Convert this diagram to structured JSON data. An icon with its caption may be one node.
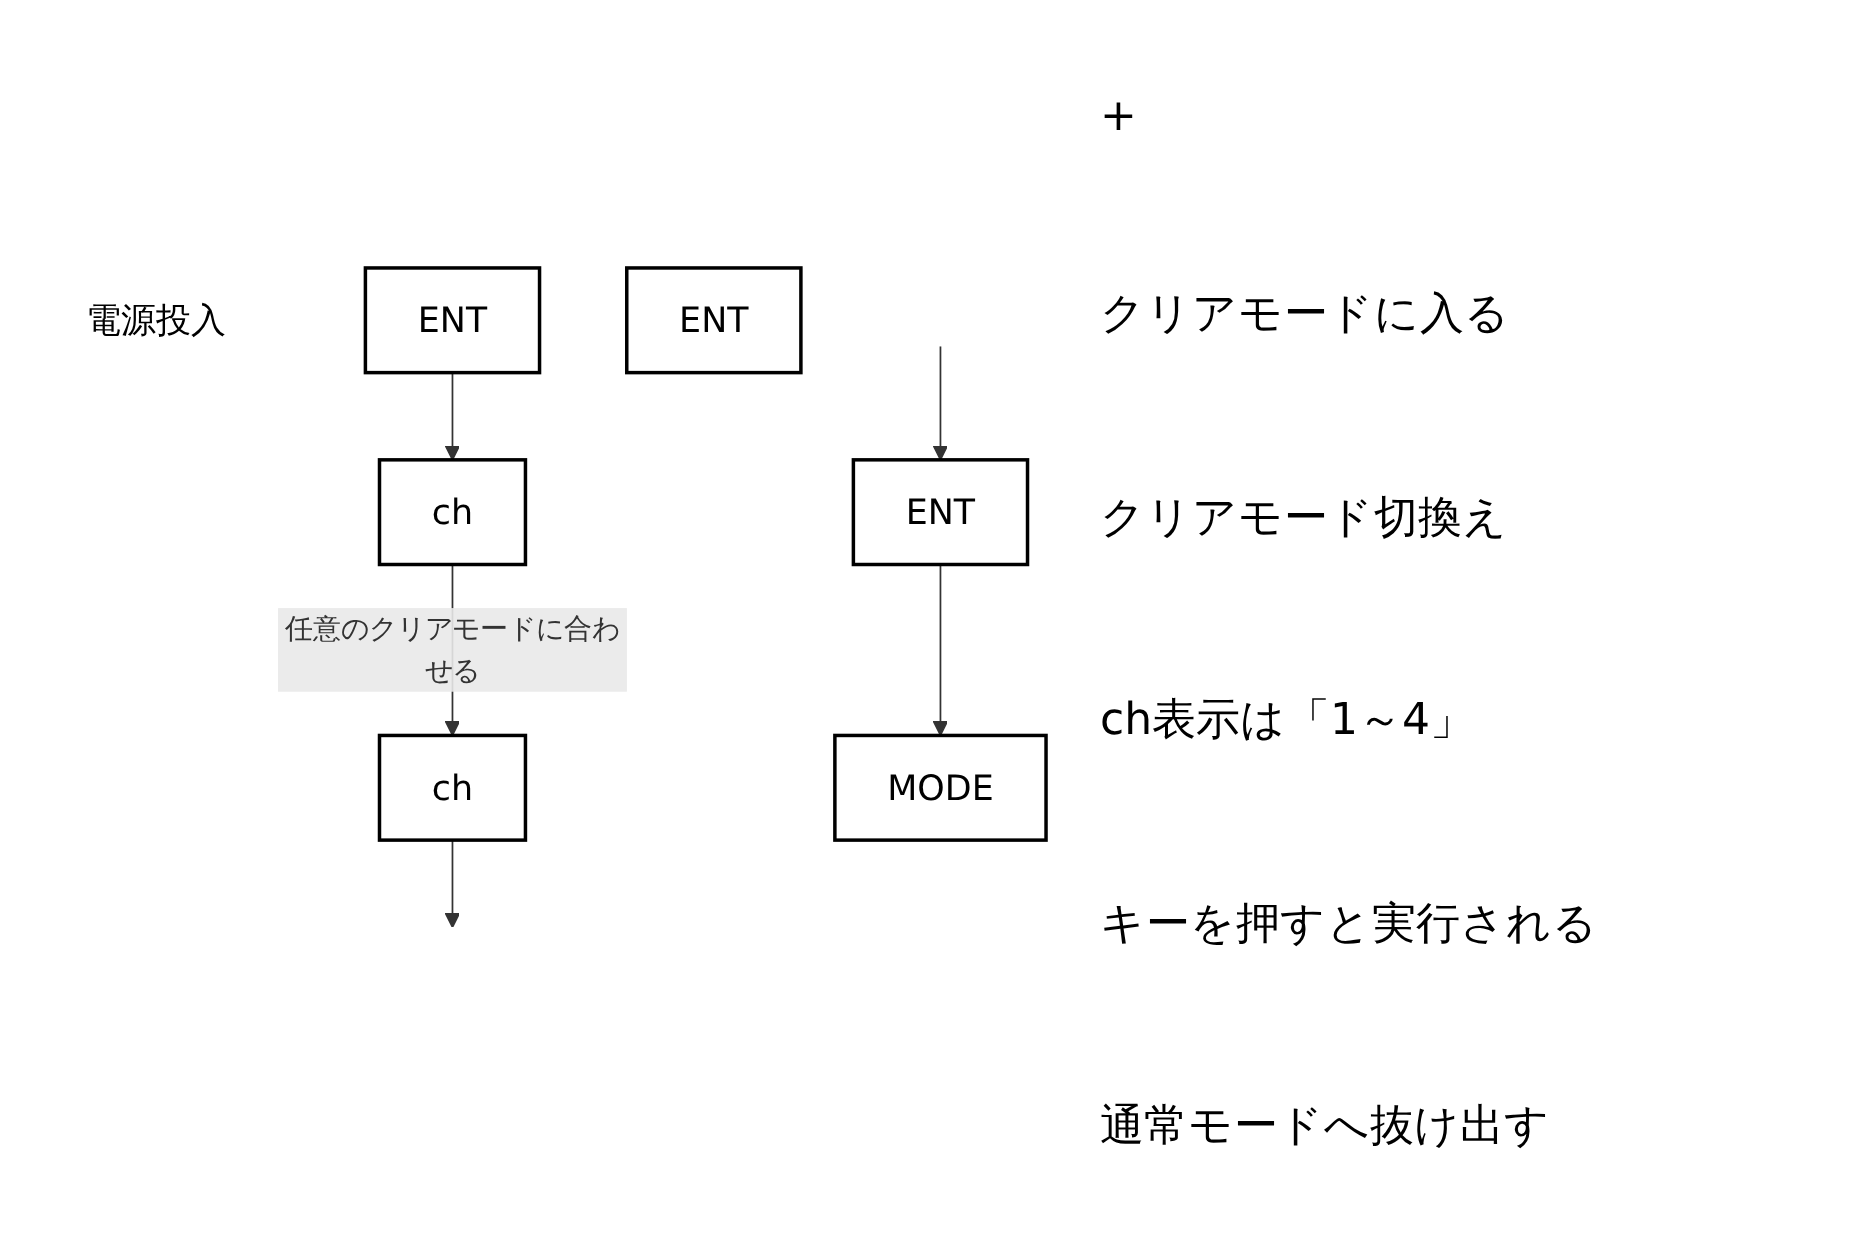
{
  "diagram": {
    "nodes": [
      {
        "text": [
          "電源投入"
        ]
      },
      {
        "text": [
          "ENT"
        ]
      },
      {
        "text": [
          "ch"
        ]
      },
      {
        "text": [
          "ch"
        ]
      },
      {
        "text": [
          "ENT"
        ]
      },
      {
        "text": [
          "MODE"
        ]
      },
      {
        "text": [
          "ENT"
        ]
      }
    ],
    "edges": [
      {
        "from": 1,
        "to": 2,
        "arrow": "to"
      },
      {
        "from": 2,
        "to": 3,
        "arrow": "to",
        "label": "任意のクリアモードに合わせる"
      },
      {
        "from": 3,
        "to": null,
        "arrow": "to"
      },
      {
        "from": null,
        "to": 4,
        "arrow": "to"
      },
      {
        "from": 4,
        "to": 5,
        "arrow": "to"
      }
    ],
    "labels": [
      "+",
      "クリアモードに入る",
      "クリアモード切換え",
      "ch表示は「1～4」",
      "キーを押すと実行される",
      "通常モードへ抜け出す"
    ]
  }
}
